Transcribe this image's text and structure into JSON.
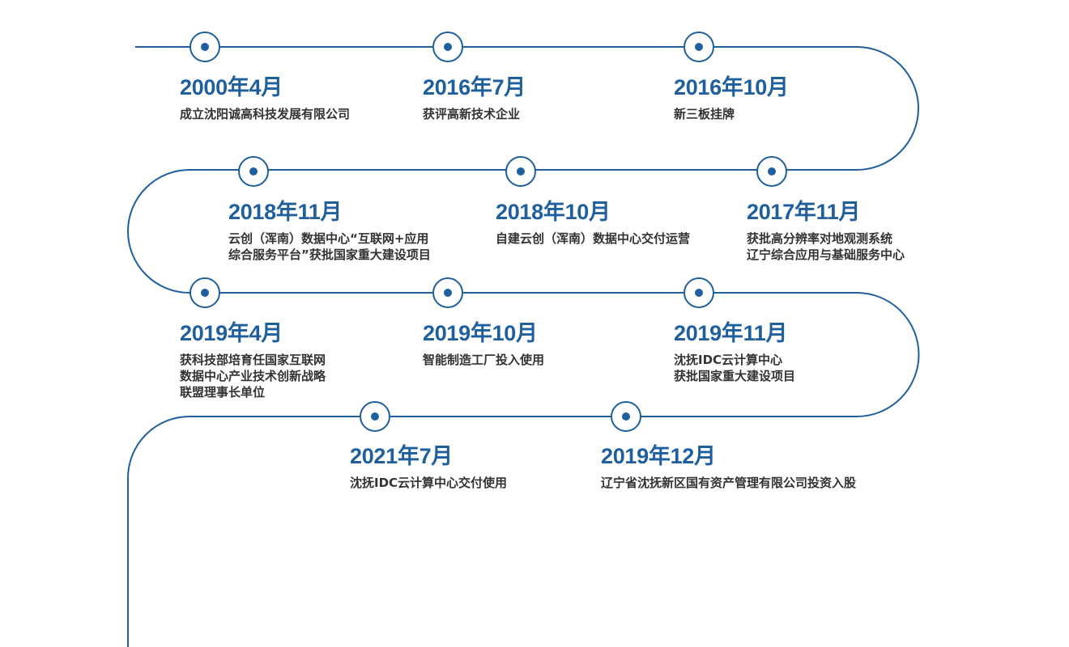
{
  "colors": {
    "line": "#1f5f9e",
    "date_text": "#1f5f9e",
    "desc_text": "#333333"
  },
  "events": [
    {
      "date": "2000年4月",
      "desc": [
        "成立沈阳诚高科技发展有限公司"
      ]
    },
    {
      "date": "2016年7月",
      "desc": [
        "获评高新技术企业"
      ]
    },
    {
      "date": "2016年10月",
      "desc": [
        "新三板挂牌"
      ]
    },
    {
      "date": "2017年11月",
      "desc": [
        "获批高分辨率对地观测系统",
        "辽宁综合应用与基础服务中心"
      ]
    },
    {
      "date": "2018年10月",
      "desc": [
        "自建云创（浑南）数据中心交付运营"
      ]
    },
    {
      "date": "2018年11月",
      "desc": [
        "云创（浑南）数据中心“互联网+应用",
        "综合服务平台”获批国家重大建设项目"
      ]
    },
    {
      "date": "2019年4月",
      "desc": [
        "获科技部培育任国家互联网",
        "数据中心产业技术创新战略",
        "联盟理事长单位"
      ]
    },
    {
      "date": "2019年10月",
      "desc": [
        "智能制造工厂投入使用"
      ]
    },
    {
      "date": "2019年11月",
      "desc": [
        "沈抚IDC云计算中心",
        "获批国家重大建设项目"
      ]
    },
    {
      "date": "2019年12月",
      "desc": [
        "辽宁省沈抚新区国有资产管理有限公司投资入股"
      ]
    },
    {
      "date": "2021年7月",
      "desc": [
        "沈抚IDC云计算中心交付使用"
      ]
    }
  ]
}
